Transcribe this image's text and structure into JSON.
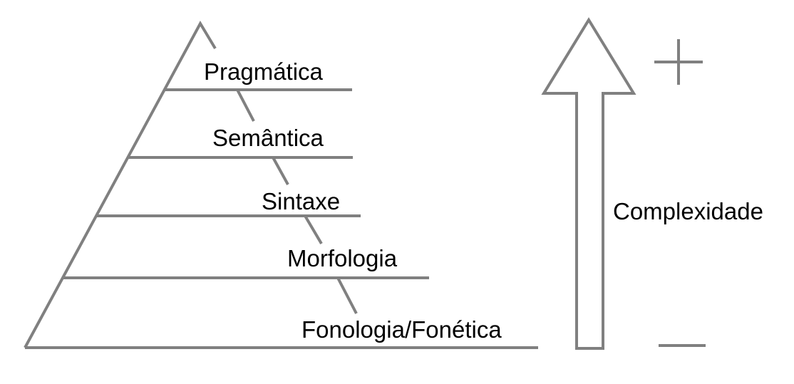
{
  "layers": [
    {
      "id": "pragmatica",
      "label": "Pragmática"
    },
    {
      "id": "semantica",
      "label": "Semântica"
    },
    {
      "id": "sintaxe",
      "label": "Sintaxe"
    },
    {
      "id": "morfologia",
      "label": "Morfologia"
    },
    {
      "id": "fonologia",
      "label": "Fonologia/Fonética"
    }
  ],
  "axis": {
    "label": "Complexidade",
    "high_symbol": "plus-sign",
    "low_symbol": "minus-sign"
  },
  "colors": {
    "line": "#808080",
    "text": "#000000",
    "background": "#ffffff"
  }
}
